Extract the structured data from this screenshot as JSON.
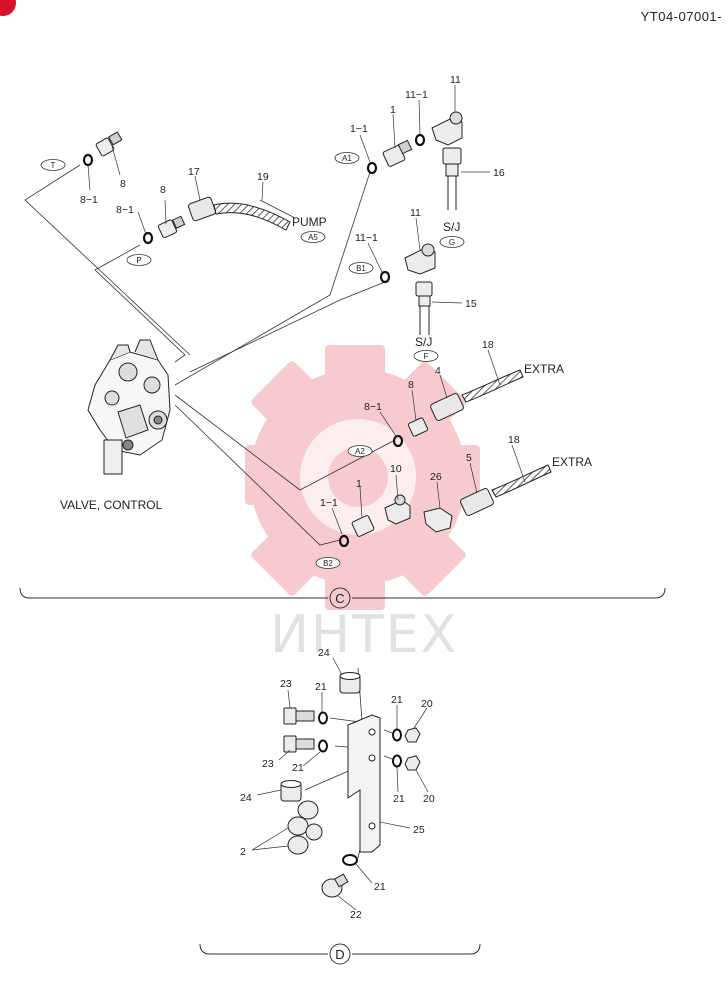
{
  "header": {
    "doc_code": "YT04-07001-"
  },
  "watermark": {
    "text": "ИНТЕХ",
    "color": "#f2a0a8"
  },
  "section_c": {
    "badge": "C",
    "caption": "VALVE, CONTROL",
    "words": {
      "pump": "PUMP",
      "extra_a": "EXTRA",
      "extra_b": "EXTRA",
      "sj_g": "S/J",
      "sj_f": "S/J"
    },
    "ports": {
      "t": "T",
      "p": "P",
      "a1": "A1",
      "a5": "A5",
      "b1": "B1",
      "g": "G",
      "f": "F",
      "a2": "A2",
      "b2": "B2"
    },
    "callouts": {
      "c8_top": "8",
      "c8_1_top": "8−1",
      "c8_mid": "8",
      "c8_1_mid": "8−1",
      "c17": "17",
      "c19": "19",
      "c1_1_top": "1−1",
      "c1_top": "1",
      "c11_1_top": "11−1",
      "c11_top": "11",
      "c16": "16",
      "c11_mid": "11",
      "c11_1_mid": "11−1",
      "c15": "15",
      "c18_a": "18",
      "c4": "4",
      "c8_low": "8",
      "c8_1_low": "8−1",
      "c18_b": "18",
      "c5": "5",
      "c26": "26",
      "c10": "10",
      "c1_low": "1",
      "c1_1_low": "1−1"
    }
  },
  "section_d": {
    "badge": "D",
    "callouts": {
      "c24_top": "24",
      "c23_top": "23",
      "c21_a": "21",
      "c21_b": "21",
      "c20_a": "20",
      "c23_low": "23",
      "c21_c": "21",
      "c21_d": "21",
      "c20_b": "20",
      "c24_low": "24",
      "c25": "25",
      "c2": "2",
      "c21_e": "21",
      "c22": "22"
    }
  }
}
